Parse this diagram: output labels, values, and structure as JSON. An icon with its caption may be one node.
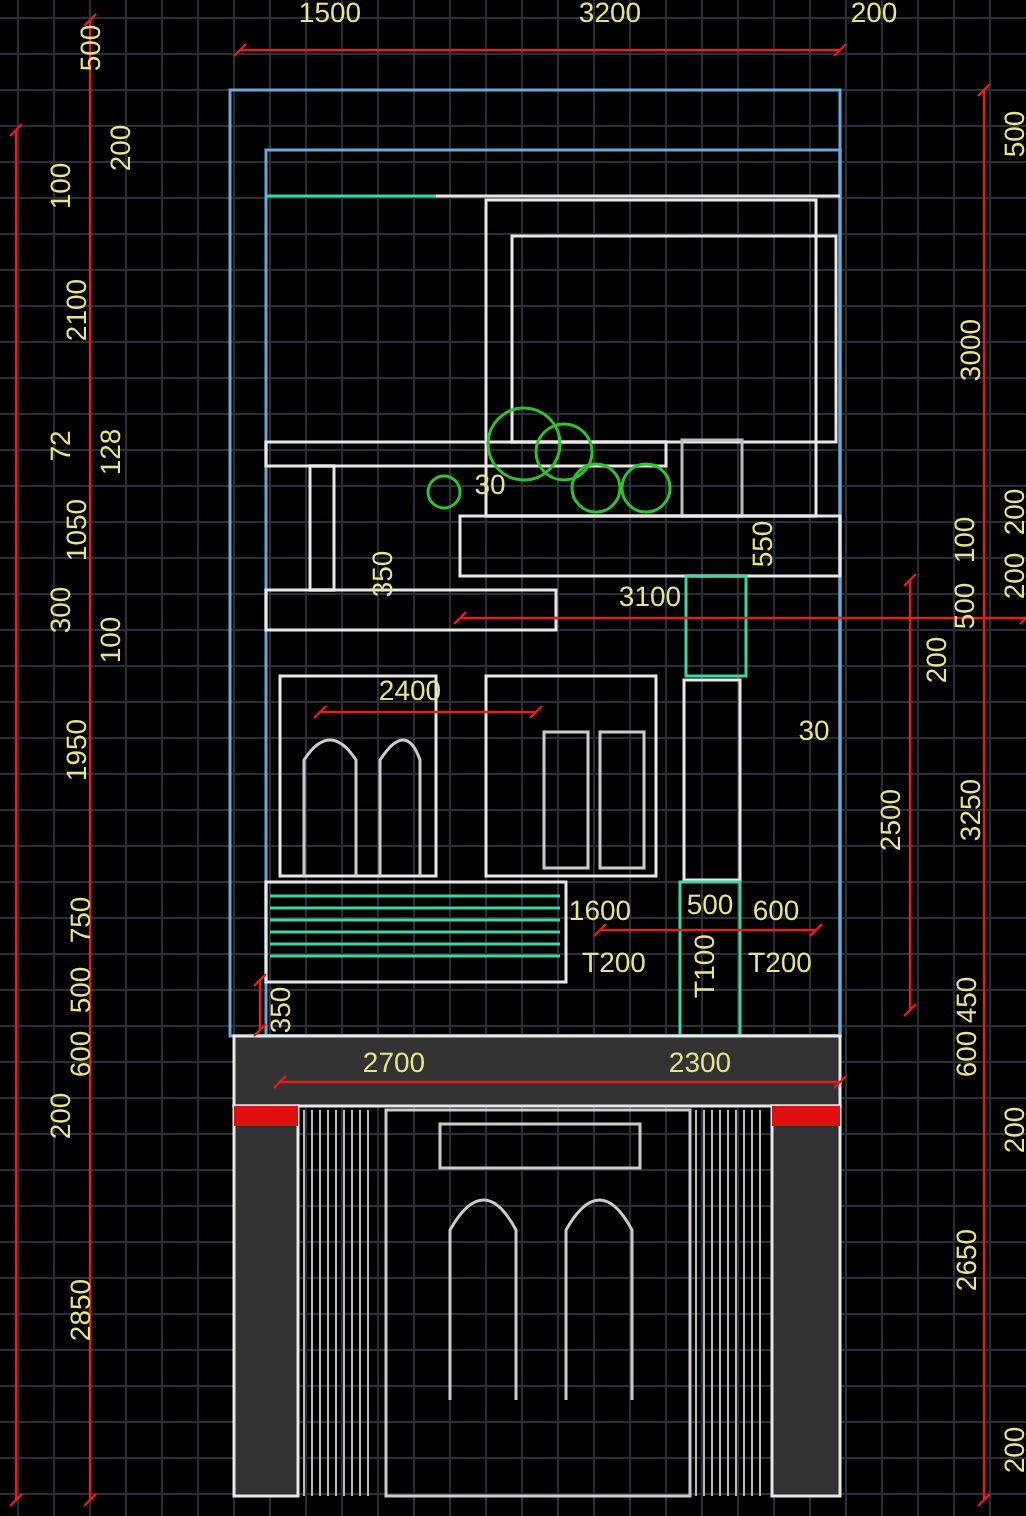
{
  "diagram": {
    "labels": [
      "1500",
      "3200",
      "200",
      "500",
      "200",
      "100",
      "2100",
      "72",
      "128",
      "1050",
      "300",
      "100",
      "1950",
      "750",
      "500",
      "600",
      "200",
      "2850",
      "500",
      "3000",
      "200",
      "200",
      "100",
      "500",
      "200",
      "2500",
      "3250",
      "450",
      "600",
      "200",
      "2650",
      "200",
      "30",
      "550",
      "350",
      "3100",
      "2400",
      "30",
      "1600",
      "500",
      "600",
      "T200",
      "T100",
      "T200",
      "350",
      "2700",
      "2300"
    ]
  }
}
